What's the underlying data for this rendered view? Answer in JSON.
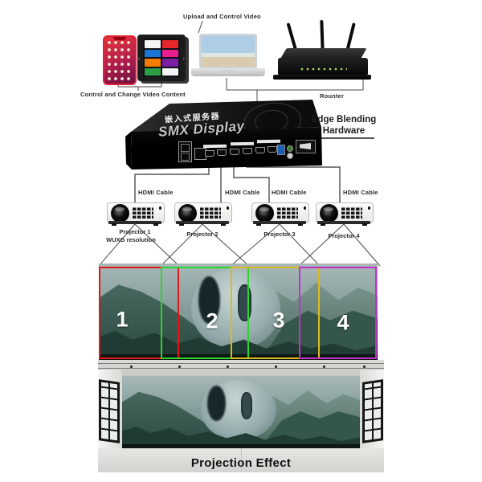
{
  "top": {
    "upload_label": "Upload and Control Video",
    "control_label": "Control and Change Video Content",
    "router_label": "Rounter"
  },
  "device_box": {
    "cjk_title": "嵌入式服务器",
    "brand": "SMX Display",
    "callout_line1": "Edge Blending",
    "callout_line2": "Hardware"
  },
  "projectors": [
    {
      "cable_label": "HDMI Cable",
      "name": "Projector 1",
      "subname": "WUXG resolution"
    },
    {
      "cable_label": "HDMI Cable",
      "name": "Projector 2"
    },
    {
      "cable_label": "HDMI Cable",
      "name": "Projector 3"
    },
    {
      "cable_label": "HDMI Cable",
      "name": "Projector 4"
    }
  ],
  "screen_sections": [
    {
      "number": "1",
      "border_color": "#e31616"
    },
    {
      "number": "2",
      "border_color": "#2bd52b"
    },
    {
      "number": "3",
      "border_color": "#dcba1e"
    },
    {
      "number": "4",
      "border_color": "#c72fc7"
    }
  ],
  "bottom": {
    "caption": "Projection Effect"
  }
}
